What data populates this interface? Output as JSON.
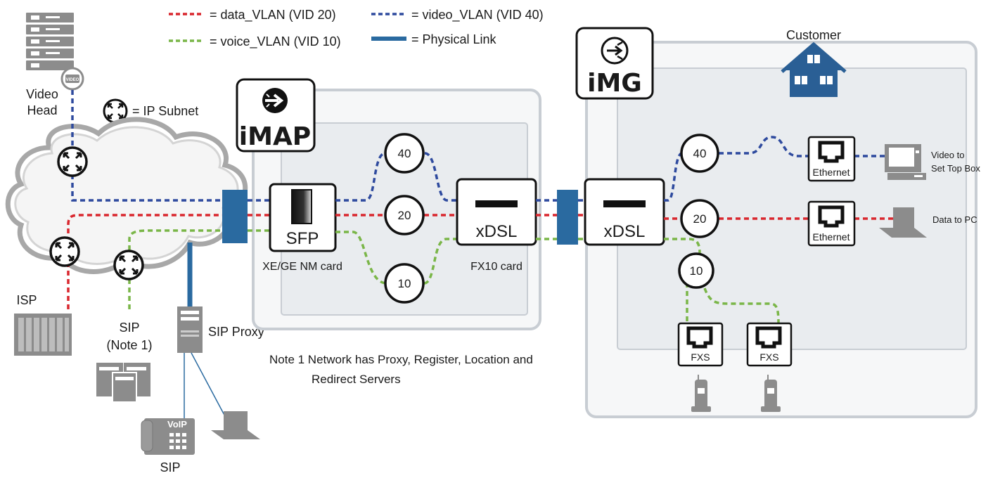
{
  "legend": {
    "data_vlan": "= data_VLAN (VID 20)",
    "voice_vlan": "= voice_VLAN (VID 10)",
    "video_vlan": "= video_VLAN (VID 40)",
    "physical_link": "= Physical Link",
    "ip_subnet": "= IP Subnet"
  },
  "colors": {
    "data": "#d9272e",
    "voice": "#7ab648",
    "video": "#2e4a9e",
    "physical": "#2a6aa0",
    "panel_border": "#c8cdd3",
    "panel_fill": "#e9ecef",
    "house": "#2a5f95"
  },
  "left": {
    "video_head_line1": "Video",
    "video_head_line2": "Head",
    "video_badge": "VIDEO",
    "isp": "ISP",
    "sip_note_line1": "SIP",
    "sip_note_line2": "(Note 1)",
    "sip_proxy": "SIP Proxy",
    "sip_phone": "SIP",
    "voip_badge": "VoIP"
  },
  "imap": {
    "logo": "iMAP",
    "sfp_label": "SFP",
    "sfp_card": "XE/GE NM card",
    "xdsl_label": "xDSL",
    "fx10_card": "FX10 card",
    "vid_40": "40",
    "vid_20": "20",
    "vid_10": "10"
  },
  "img": {
    "logo": "iMG",
    "customer": "Customer",
    "xdsl_label": "xDSL",
    "vid_40": "40",
    "vid_20": "20",
    "vid_10": "10",
    "ethernet_1": "Ethernet",
    "ethernet_2": "Ethernet",
    "fxs_1": "FXS",
    "fxs_2": "FXS",
    "video_dest_line1": "Video to",
    "video_dest_line2": "Set Top Box",
    "data_dest": "Data to PC"
  },
  "note": {
    "line1": "Note 1  Network has Proxy, Register, Location and",
    "line2": "Redirect Servers"
  }
}
